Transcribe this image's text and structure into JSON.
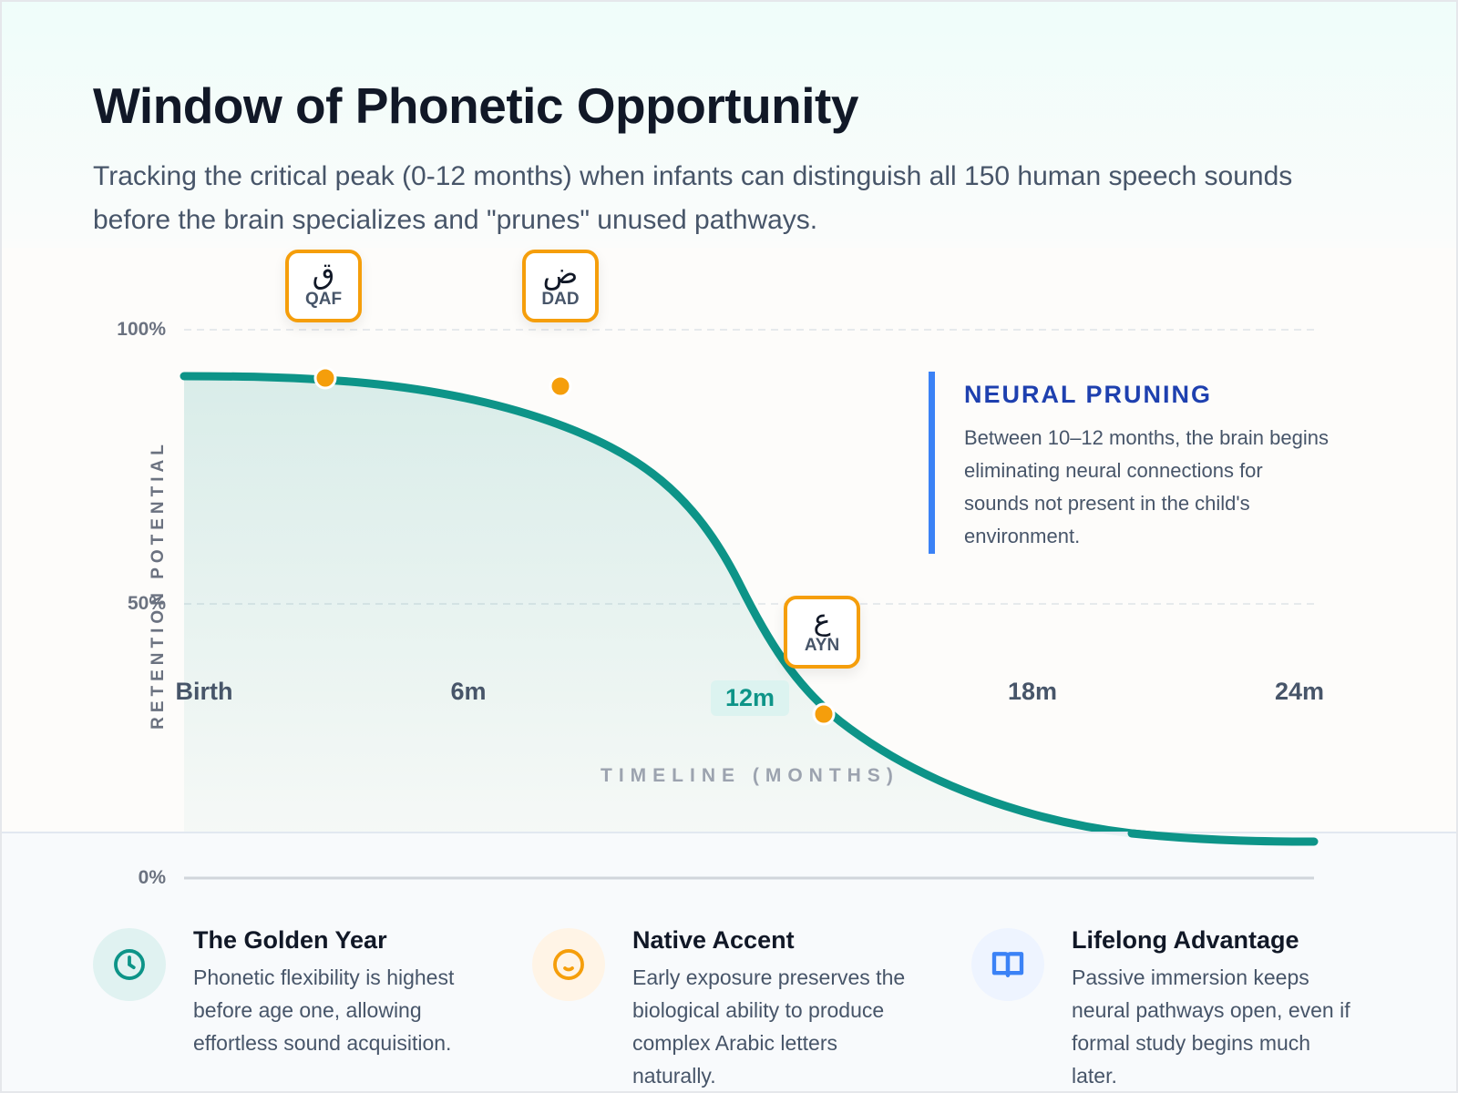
{
  "header": {
    "title": "Window of Phonetic Opportunity",
    "subtitle": "Tracking the critical peak (0-12 months) when infants can distinguish all 150 human speech sounds before the brain specializes and \"prunes\" unused pathways."
  },
  "colors": {
    "curve": "#0d9488",
    "marker": "#f59e0b",
    "callout_accent": "#3b82f6",
    "callout_title": "#1e40af",
    "title": "#111827",
    "body_text": "#475569"
  },
  "chart": {
    "y_axis_label": "RETENTION POTENTIAL",
    "y_ticks": [
      "100%",
      "50%",
      "0%"
    ],
    "x_axis_label": "TIMELINE (MONTHS)",
    "x_ticks": [
      "Birth",
      "6m",
      "12m",
      "18m",
      "24m"
    ],
    "highlighted_x_tick": "12m",
    "letters": [
      {
        "glyph": "ق",
        "name": "QAF"
      },
      {
        "glyph": "ض",
        "name": "DAD"
      },
      {
        "glyph": "ع",
        "name": "AYN"
      }
    ],
    "callout": {
      "title": "NEURAL PRUNING",
      "body": "Between 10–12 months, the brain begins eliminating neural connections for sounds not present in the child's environment."
    }
  },
  "chart_data": {
    "type": "area",
    "title": "Window of Phonetic Opportunity",
    "subtitle": "Tracking the critical peak (0-12 months) when infants can distinguish all 150 human speech sounds before the brain specializes and \"prunes\" unused pathways.",
    "xlabel": "TIMELINE (MONTHS)",
    "ylabel": "RETENTION POTENTIAL",
    "x_tick_labels": [
      "Birth",
      "6m",
      "12m",
      "18m",
      "24m"
    ],
    "y_tick_labels": [
      "0%",
      "50%",
      "100%"
    ],
    "xlim": [
      0,
      24
    ],
    "ylim": [
      0,
      100
    ],
    "grid": "horizontal dashed at 50% and 100%",
    "series": [
      {
        "name": "Retention potential",
        "x": [
          0,
          2,
          4,
          6,
          8,
          10,
          11,
          12,
          13,
          14,
          16,
          18,
          20,
          22,
          24
        ],
        "values": [
          92,
          92,
          91,
          88,
          82,
          70,
          58,
          45,
          35,
          28,
          19,
          13,
          9,
          7.5,
          7
        ]
      }
    ],
    "markers": [
      {
        "label": "QAF",
        "glyph": "ق",
        "x": 3,
        "y": 92
      },
      {
        "label": "DAD",
        "glyph": "ض",
        "x": 8,
        "y": 90
      },
      {
        "label": "AYN",
        "glyph": "ع",
        "x": 13.5,
        "y": 30
      }
    ],
    "annotations": [
      {
        "title": "NEURAL PRUNING",
        "text": "Between 10–12 months, the brain begins eliminating neural connections for sounds not present in the child's environment."
      }
    ],
    "highlight": {
      "x": 12,
      "label": "12m"
    }
  },
  "features": [
    {
      "icon": "clock-icon",
      "title": "The Golden Year",
      "body": "Phonetic flexibility is highest before age one, allowing effortless sound acquisition."
    },
    {
      "icon": "smile-icon",
      "title": "Native Accent",
      "body": "Early exposure preserves the biological ability to produce complex Arabic letters naturally."
    },
    {
      "icon": "book-icon",
      "title": "Lifelong Advantage",
      "body": "Passive immersion keeps neural pathways open, even if formal study begins much later."
    }
  ]
}
